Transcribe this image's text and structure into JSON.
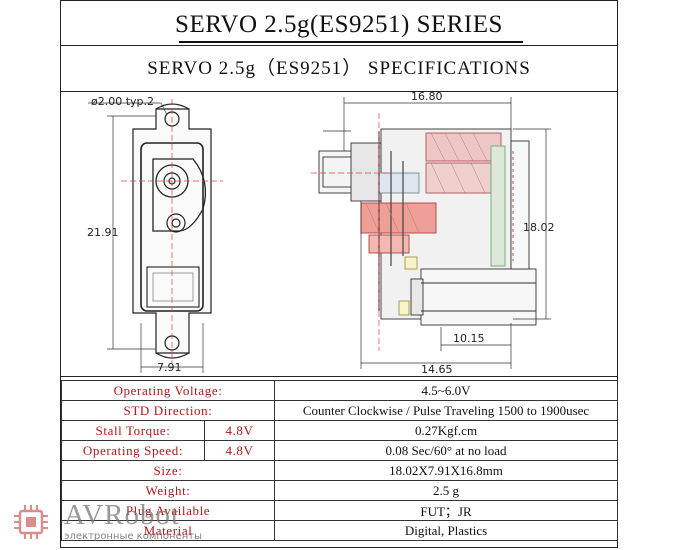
{
  "title": "SERVO 2.5g(ES9251) SERIES",
  "subtitle": "SERVO 2.5g（ES9251） SPECIFICATIONS",
  "dimensions": {
    "hole": "ø2.00  typ.2",
    "height_left": "21.91",
    "width_front": "7.91",
    "depth_top": "16.80",
    "height_right": "18.02",
    "inner_depth": "10.15",
    "total_depth": "14.65"
  },
  "specs": [
    {
      "label": "Operating Voltage:",
      "sub": "",
      "value": "4.5~6.0V"
    },
    {
      "label": "STD  Direction:",
      "sub": "",
      "value": "Counter Clockwise / Pulse Traveling 1500 to 1900usec"
    },
    {
      "label": "Stall  Torque:",
      "sub": "4.8V",
      "value": "0.27Kgf.cm"
    },
    {
      "label": "Operating Speed:",
      "sub": "4.8V",
      "value": "0.08 Sec/60° at no load"
    },
    {
      "label": "Size:",
      "sub": "",
      "value": "18.02X7.91X16.8mm"
    },
    {
      "label": "Weight:",
      "sub": "",
      "value": "2.5 g"
    },
    {
      "label": "Plug Available",
      "sub": "",
      "value": "FUT；JR"
    },
    {
      "label": "Material",
      "sub": "",
      "value": "Digital, Plastics"
    }
  ],
  "watermark": {
    "brand": "AVRobot",
    "tagline": "электронные компоненты",
    "logo_icon": "chip-icon"
  },
  "colors": {
    "label_red": "#b01818",
    "pink_gear": "#e8a8a8",
    "salmon_gear": "#e07a70"
  }
}
